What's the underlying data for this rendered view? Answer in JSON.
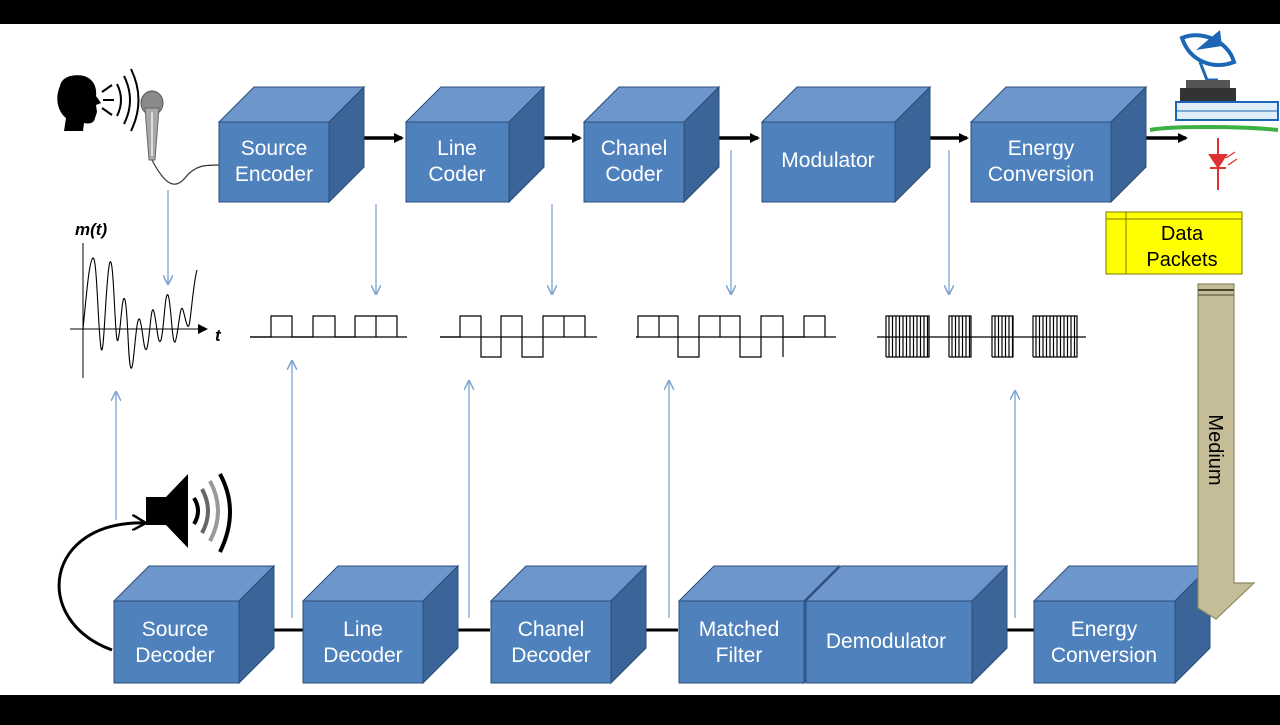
{
  "transmitter": {
    "source_encoder": [
      "Source",
      "Encoder"
    ],
    "line_coder": [
      "Line",
      "Coder"
    ],
    "channel_coder": [
      "Chanel",
      "Coder"
    ],
    "modulator": [
      "Modulator"
    ],
    "energy_conversion": [
      "Energy",
      "Conversion"
    ]
  },
  "receiver": {
    "source_decoder": [
      "Source",
      "Decoder"
    ],
    "line_decoder": [
      "Line",
      "Decoder"
    ],
    "channel_decoder": [
      "Chanel",
      "Decoder"
    ],
    "matched_filter": [
      "Matched",
      "Filter"
    ],
    "demodulator": [
      "Demodulator"
    ],
    "energy_conversion": [
      "Energy",
      "Conversion"
    ]
  },
  "data_packets": [
    "Data",
    "Packets"
  ],
  "medium": "Medium",
  "signal_label": "m(t)",
  "time_label": "t",
  "colors": {
    "block_front": "#4F81BD",
    "block_top": "#6D97CC",
    "block_side": "#3B6598",
    "block_edge": "#2C4D7A",
    "data_packets_fill": "#FFFF00",
    "medium_fill": "#C4BD97",
    "thin_arrow": "#7BA4CF",
    "background": "#FFFFFF"
  },
  "icons": [
    "speaking-head-icon",
    "microphone-icon",
    "satellite-dish-icon",
    "led-icon",
    "speaker-icon"
  ]
}
